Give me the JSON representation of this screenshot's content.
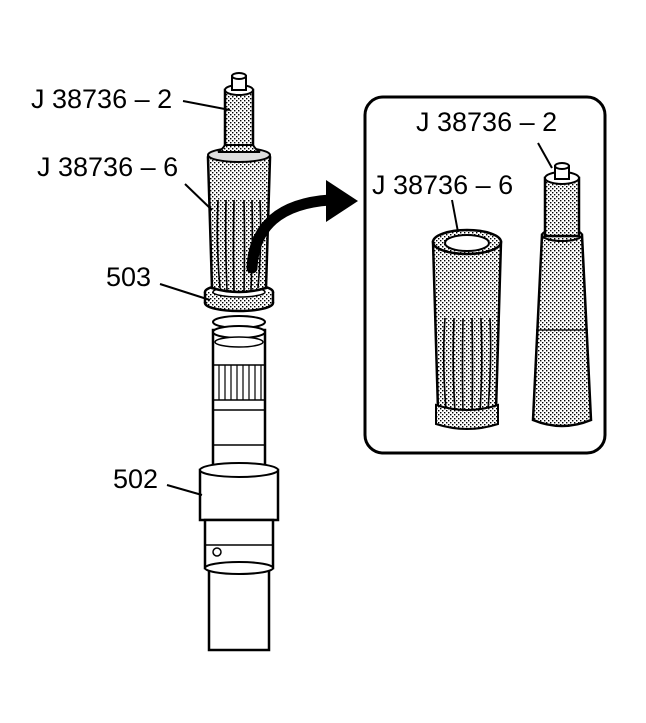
{
  "labels": {
    "main_handle": "J 38736 – 2",
    "main_sleeve": "J 38736 – 6",
    "part_503": "503",
    "part_502": "502",
    "inset_handle": "J 38736 – 2",
    "inset_sleeve": "J 38736 – 6"
  },
  "colors": {
    "stroke": "#000000",
    "stipple": "#c8c8c8",
    "background": "#ffffff"
  }
}
